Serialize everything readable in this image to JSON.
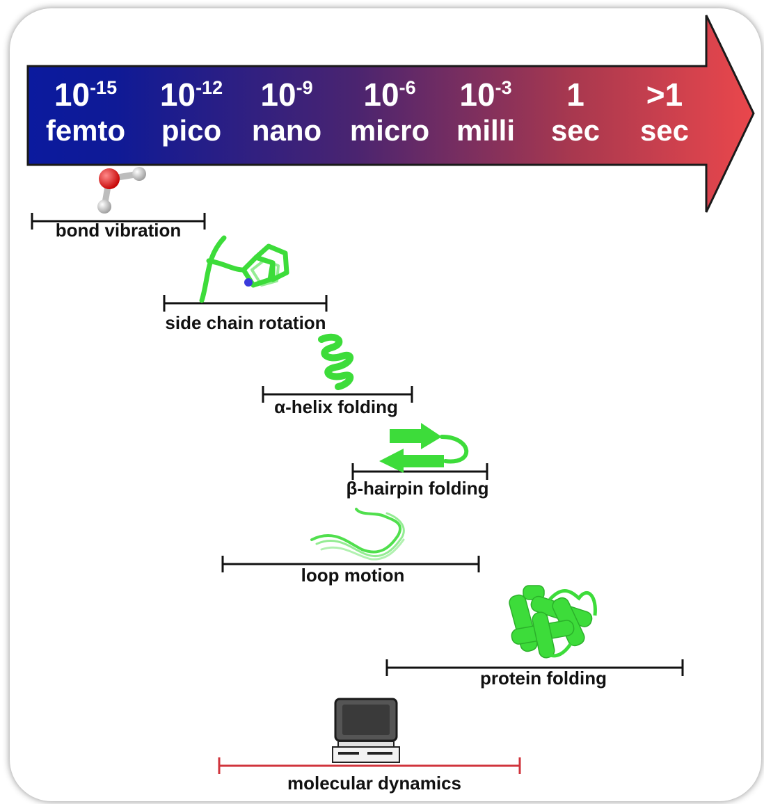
{
  "timescale": {
    "units": [
      {
        "base": "10",
        "exp": "-15",
        "name": "femto"
      },
      {
        "base": "10",
        "exp": "-12",
        "name": "pico"
      },
      {
        "base": "10",
        "exp": "-9",
        "name": "nano"
      },
      {
        "base": "10",
        "exp": "-6",
        "name": "micro"
      },
      {
        "base": "10",
        "exp": "-3",
        "name": "milli"
      },
      {
        "base": "1",
        "exp": "",
        "name": "sec"
      },
      {
        "base": ">1",
        "exp": "",
        "name": "sec"
      }
    ],
    "gradient_start": "#0b1a9e",
    "gradient_end": "#e8454b"
  },
  "processes": [
    {
      "label": "bond vibration",
      "icon": "water-molecule-icon",
      "color": "#111111"
    },
    {
      "label": "side chain rotation",
      "icon": "side-chain-icon",
      "color": "#111111"
    },
    {
      "label": "α-helix folding",
      "icon": "alpha-helix-icon",
      "color": "#111111"
    },
    {
      "label": "β-hairpin folding",
      "icon": "beta-hairpin-icon",
      "color": "#111111"
    },
    {
      "label": "loop motion",
      "icon": "loop-icon",
      "color": "#111111"
    },
    {
      "label": "protein folding",
      "icon": "protein-icon",
      "color": "#111111"
    },
    {
      "label": "molecular dynamics",
      "icon": "computer-icon",
      "color": "#d0343c"
    }
  ],
  "colors": {
    "protein_green": "#3ddc3a"
  }
}
